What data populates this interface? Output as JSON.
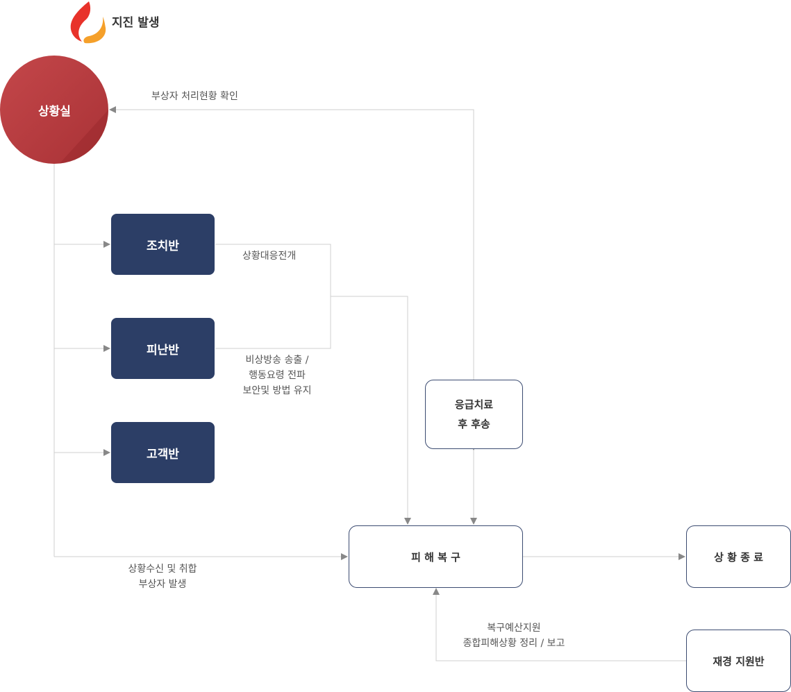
{
  "header": {
    "title": "지진 발생",
    "icon": "flame-icon"
  },
  "nodes": {
    "control_room": "상황실",
    "action_team": "조치반",
    "evacuation_team": "피난반",
    "customer_team": "고객반",
    "first_aid": [
      "응급치료",
      "후 후송"
    ],
    "recovery": "피 해 복 구",
    "end": "상 황 종 료",
    "finance_team": "재경 지원반"
  },
  "labels": {
    "check_injured": "부상자 처리현황 확인",
    "response": "상황대응전개",
    "broadcast": [
      "비상방송 송출 /",
      "행동요령 전파",
      "보안및 방법 유지"
    ],
    "receive": [
      "상황수신 및 취합",
      "부상자 발생"
    ],
    "budget": [
      "복구예산지원",
      "종합피해상황 정리 / 보고"
    ]
  },
  "colors": {
    "circle_primary": "#b8383c",
    "circle_dark": "#9e2b2f",
    "dark_box": "#2c3e66",
    "line": "#cfcfcf",
    "arrow": "#888888",
    "flame_red": "#e8322a",
    "flame_orange": "#f5a02a"
  }
}
